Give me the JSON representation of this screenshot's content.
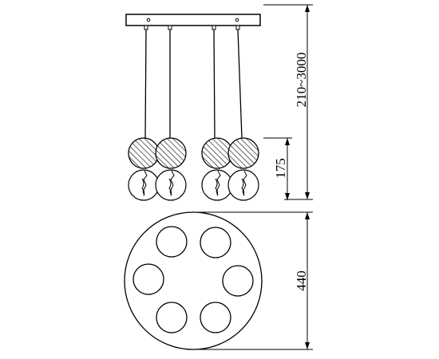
{
  "dimensions": {
    "suspension_height": "210~3000",
    "globe_height": "175",
    "canopy_diameter": "440"
  },
  "colors": {
    "line": "#000000",
    "background": "#ffffff"
  }
}
